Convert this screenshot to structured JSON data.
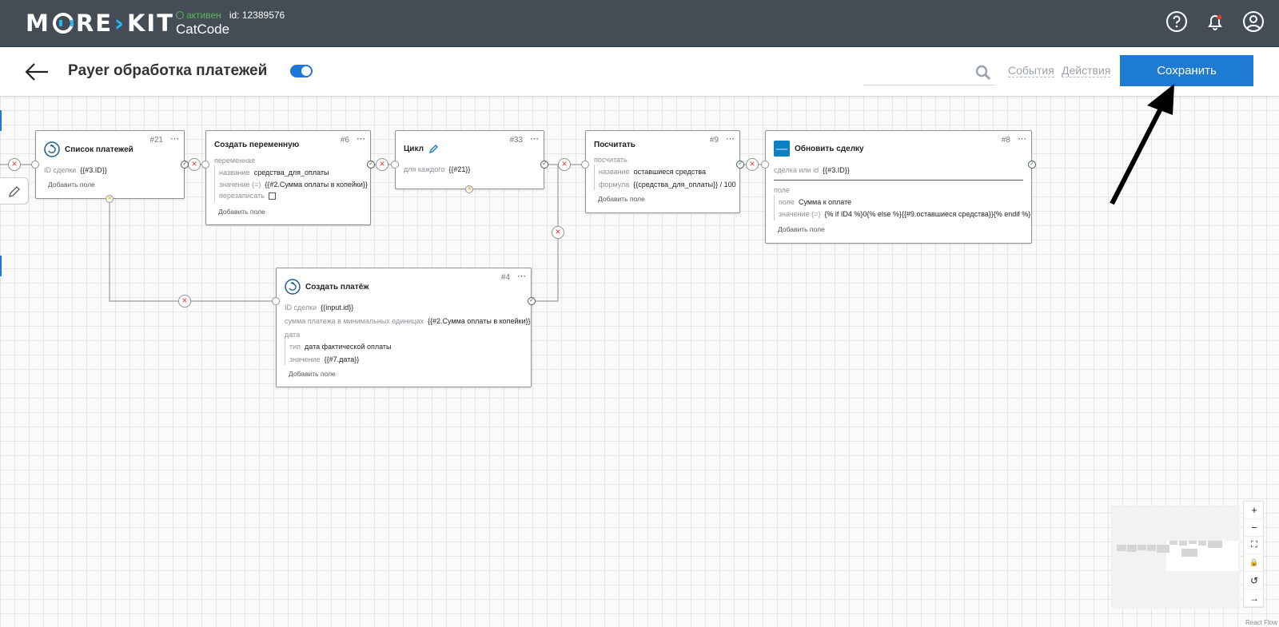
{
  "topbar": {
    "logo_left": "M",
    "logo_mid": "RE",
    "logo_right": "KIT",
    "status": "активен",
    "id_text": "id: 12389576",
    "project": "CatCode"
  },
  "header": {
    "title": "Payer обработка платежей",
    "toggle_on": true,
    "search_placeholder": "",
    "tab_events": "События",
    "tab_actions": "Действия",
    "save_label": "Сохранить"
  },
  "nodes": {
    "n21": {
      "id": "#21",
      "title": "Список платежей",
      "row1_key": "ID сделки",
      "row1_val": "{{#3.ID}}",
      "add": "Добавить поле"
    },
    "n6": {
      "id": "#6",
      "title": "Создать переменную",
      "group": "переменная",
      "name_key": "название",
      "name_val": "средства_для_оплаты",
      "value_key": "значение (=)",
      "value_val": "{{#2.Сумма оплаты в копейки}}",
      "overwrite_key": "перезаписать",
      "add": "Добавить поле"
    },
    "n33": {
      "id": "#33",
      "title": "Цикл",
      "each_key": "для каждого",
      "each_val": "{{#21}}"
    },
    "n9": {
      "id": "#9",
      "title": "Посчитать",
      "group": "посчитать",
      "name_key": "название",
      "name_val": "оставшиеся средства",
      "formula_key": "формула",
      "formula_val": "{{средства_для_оплаты}} / 100",
      "add": "Добавить поле"
    },
    "n8": {
      "id": "#8",
      "title": "Обновить сделку",
      "deal_key": "сделка или id",
      "deal_val": "{{#3.ID}}",
      "group": "поле",
      "field_key": "поле",
      "field_val": "Сумма к оплате",
      "value_key": "значение (=)",
      "value_val": "{% if ID4 %}0{% else %}{{#9.оставшиеся средства}}{% endif %}",
      "add": "Добавить поле"
    },
    "n4": {
      "id": "#4",
      "title": "Создать платёж",
      "deal_key": "ID сделки",
      "deal_val": "{{input.id}}",
      "sum_key": "сумма платежа в минимальных единицах",
      "sum_val": "{{#2.Сумма оплаты в копейки}}",
      "group": "дата",
      "type_key": "тип",
      "type_val": "дата фактической оплаты",
      "value_key": "значение",
      "value_val": "{{#7.дата}}",
      "add": "Добавить поле"
    }
  },
  "controls": {
    "zoom_in": "+",
    "zoom_out": "−",
    "fit": "⛶",
    "lock": "🔒",
    "undo": "↺",
    "next": "→"
  },
  "attribution": "React Flow",
  "colors": {
    "topbar": "#444c56",
    "accent": "#1e7bd4",
    "logo_accent": "#29b6f6",
    "error": "#e53935",
    "warning": "#ff9800"
  }
}
